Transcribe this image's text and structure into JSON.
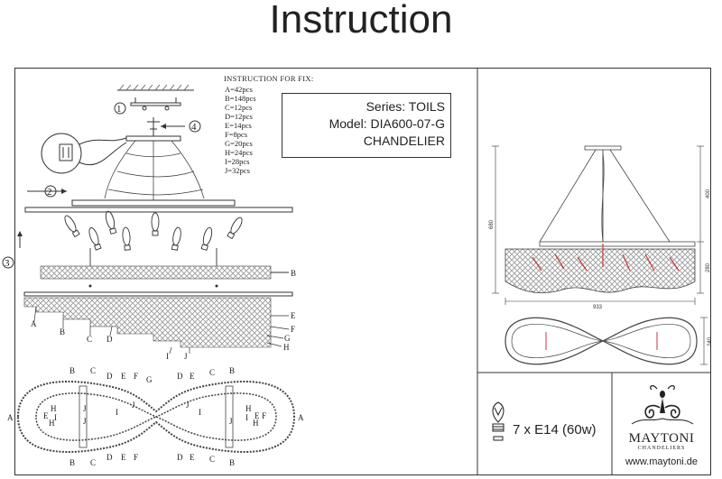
{
  "page": {
    "title": "Instruction"
  },
  "fix": {
    "heading": "INSTRUCTION FOR FIX:",
    "parts": [
      "A=42pcs",
      "B=148pcs",
      "C=12pcs",
      "D=12pcs",
      "E=14pcs",
      "F=8pcs",
      "G=20pcs",
      "H=24pcs",
      "I=28pcs",
      "J=32pcs"
    ]
  },
  "info": {
    "series": "Series: TOILS",
    "model": "Model: DIA600-07-G",
    "type": "CHANDELIER"
  },
  "steps": {
    "s1": "1",
    "s2": "2",
    "s3": "3",
    "s4": "4"
  },
  "labels": {
    "B": "B",
    "E": "E",
    "F": "F",
    "G": "G",
    "H": "H",
    "A": "A",
    "Bl": "B",
    "C": "C",
    "D": "D",
    "I": "I",
    "J": "J"
  },
  "dimensions": {
    "total_height": "680",
    "cable": "400",
    "body": "280",
    "width": "933",
    "depth": "240"
  },
  "bulb": {
    "text": "7 x E14 (60w)"
  },
  "brand": {
    "name": "MAYTONI",
    "sub": "CHANDELIERS",
    "website": "www.maytoni.de"
  },
  "colors": {
    "line": "#333333",
    "accent_red": "#c83a3a"
  }
}
